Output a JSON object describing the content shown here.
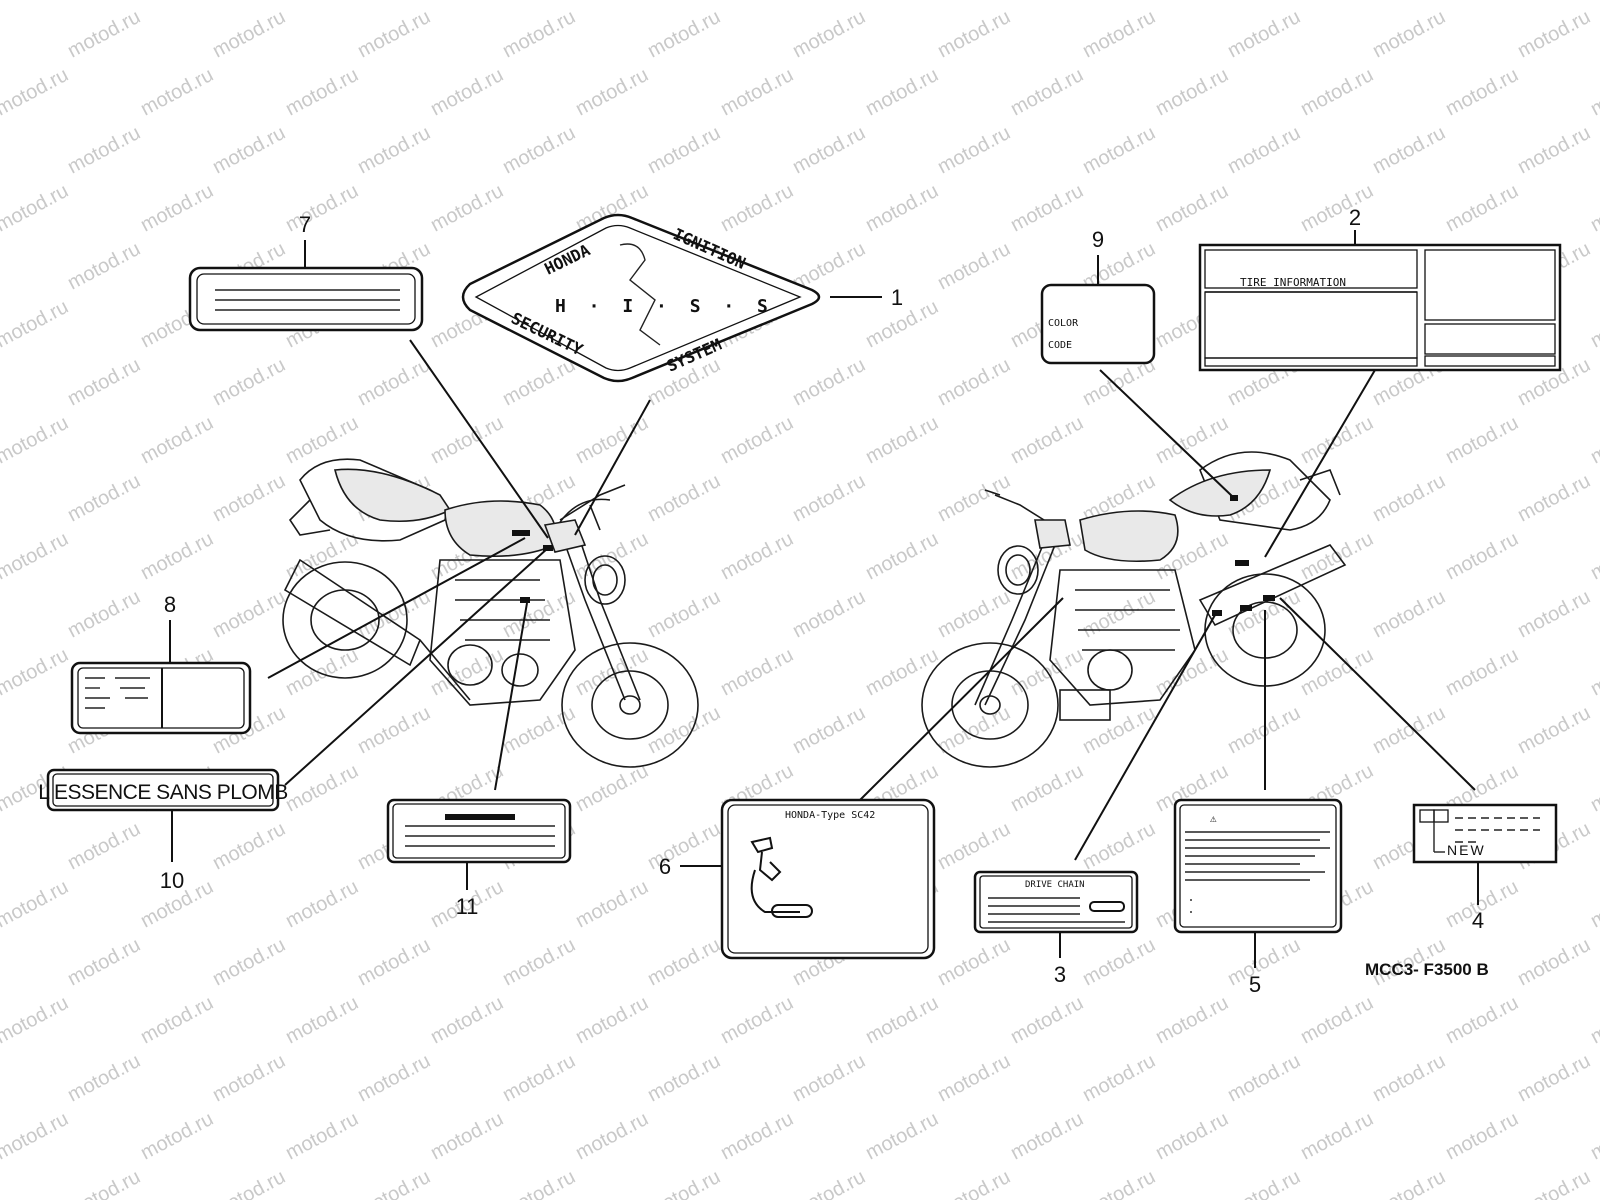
{
  "watermark": "motod.ru",
  "diagram_code": "MCC3- F3500 B",
  "callouts": [
    {
      "id": "1",
      "name": "callout-1"
    },
    {
      "id": "2",
      "name": "callout-2"
    },
    {
      "id": "3",
      "name": "callout-3"
    },
    {
      "id": "4",
      "name": "callout-4"
    },
    {
      "id": "5",
      "name": "callout-5"
    },
    {
      "id": "6",
      "name": "callout-6"
    },
    {
      "id": "7",
      "name": "callout-7"
    },
    {
      "id": "8",
      "name": "callout-8"
    },
    {
      "id": "9",
      "name": "callout-9"
    },
    {
      "id": "10",
      "name": "callout-10"
    },
    {
      "id": "11",
      "name": "callout-11"
    }
  ],
  "labels": {
    "security_badge": {
      "top_left": "HONDA",
      "top_right": "IGNITION",
      "center": "H · I · S · S",
      "bottom_left": "SECURITY",
      "bottom_right": "SYSTEM"
    },
    "tire_info": {
      "title": "TIRE INFORMATION"
    },
    "color_code": {
      "line1": "COLOR",
      "line2": "CODE"
    },
    "fuel": {
      "text": "L ESSENCE SANS PLOMB"
    },
    "type_label": {
      "title": "HONDA-Type  SC42"
    },
    "drive_chain": {
      "title": "DRIVE CHAIN"
    },
    "new_label": {
      "text": "NEW"
    },
    "warning": {
      "symbol": "⚠"
    }
  }
}
